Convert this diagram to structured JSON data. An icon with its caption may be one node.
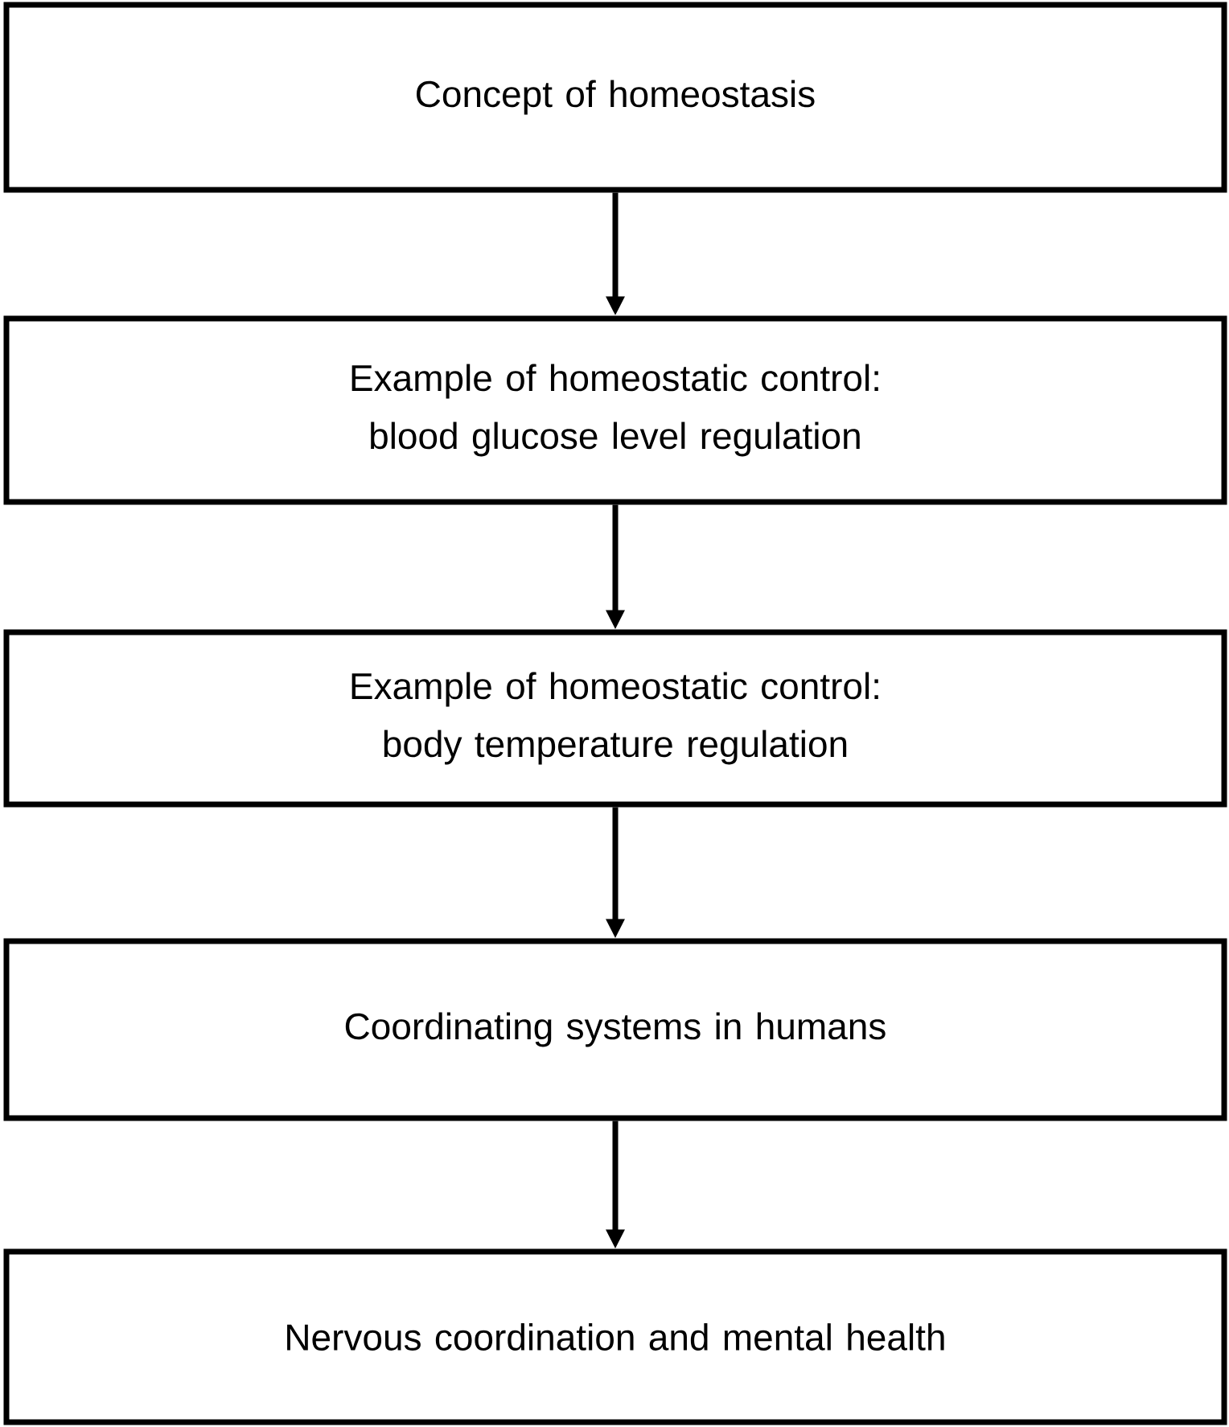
{
  "diagram": {
    "nodes": [
      {
        "text": [
          "Concept of homeostasis"
        ]
      },
      {
        "text": [
          "Example of homeostatic control: blood glucose level regulation"
        ]
      },
      {
        "text": [
          "Example of homeostatic control: body temperature regulation"
        ]
      },
      {
        "text": [
          "Coordinating systems in humans"
        ]
      },
      {
        "text": [
          "Nervous coordination and mental health"
        ]
      }
    ],
    "edges": [
      {
        "from": 0,
        "to": 1,
        "arrow": "to"
      },
      {
        "from": 1,
        "to": 2,
        "arrow": "to"
      },
      {
        "from": 2,
        "to": 3,
        "arrow": "to"
      },
      {
        "from": 3,
        "to": 4,
        "arrow": "to"
      }
    ]
  }
}
